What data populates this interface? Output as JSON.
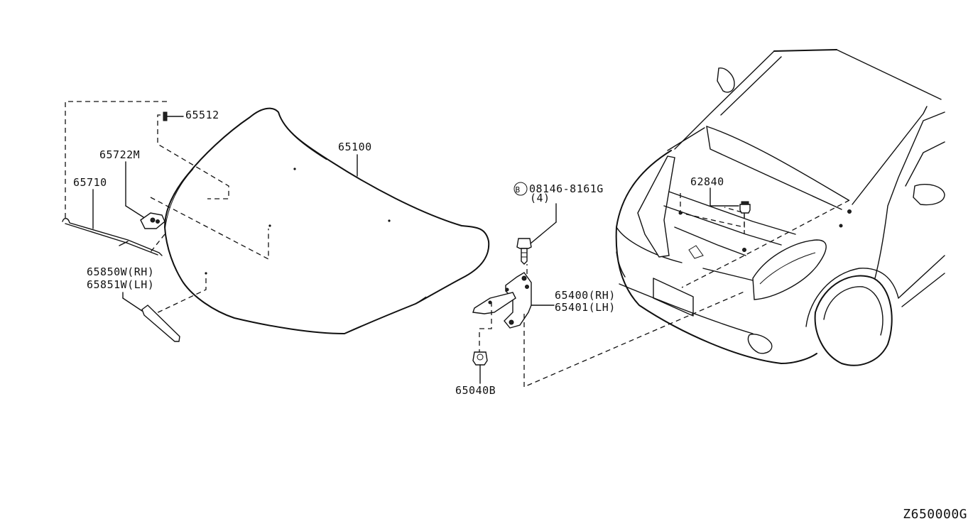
{
  "diagram": {
    "drawing_code": "Z650000G",
    "parts": [
      {
        "id": "hood",
        "number": "65100"
      },
      {
        "id": "hood-seal-clip",
        "number": "65512"
      },
      {
        "id": "hood-stay-clip",
        "number": "65722M"
      },
      {
        "id": "hood-stay-rod",
        "number": "65710"
      },
      {
        "id": "hood-moulding-rh",
        "number": "65850W(RH)"
      },
      {
        "id": "hood-moulding-lh",
        "number": "65851W(LH)"
      },
      {
        "id": "hinge-bolt",
        "number": "08146-8161G",
        "symbol": "B",
        "quantity": "(4)"
      },
      {
        "id": "hinge-rh",
        "number": "65400(RH)"
      },
      {
        "id": "hinge-lh",
        "number": "65401(LH)"
      },
      {
        "id": "hinge-nut",
        "number": "65040B"
      },
      {
        "id": "hood-bumper-rubber",
        "number": "62840"
      }
    ]
  }
}
